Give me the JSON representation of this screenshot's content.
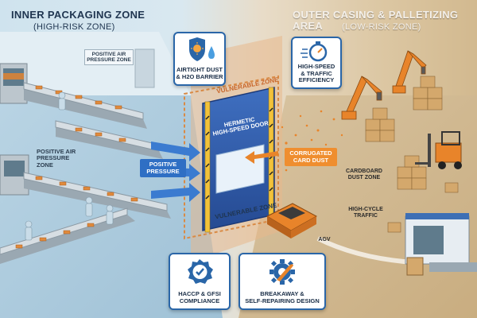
{
  "left_zone": {
    "title": "INNER PACKAGING ZONE",
    "subtitle": "(HIGH-RISK ZONE)",
    "wall_sign": "POSITIVE AIR\nPRESSURE ZONE",
    "floor_label": "POSITIVE AIR\nPRESSURE\nZONE",
    "pressure_tag": "POSITIVE\nPRESSURE"
  },
  "right_zone": {
    "title": "OUTER CASING & PALLETIZING AREA",
    "subtitle": "(LOW-RISK ZONE)",
    "cardboard_label": "CARDBOARD\nDUST ZONE",
    "traffic_label": "HIGH-CYCLE\nTRAFFIC",
    "agv_label": "AGV"
  },
  "door": {
    "label": "HERMETIC\nHIGH-SPEED DOOR",
    "vulnerable_top": "VULNERABLE ZONE",
    "vulnerable_bottom": "VULNERABLE ZONE",
    "dust_tag": "CORRUGATED\nCARD DUST"
  },
  "callouts": {
    "airtight": "AIRTIGHT DUST\n& H2O BARRIER",
    "speed": "HIGH-SPEED\n& TRAFFIC\nEFFICIENCY",
    "haccp": "HACCP & GFSI\nCOMPLIANCE",
    "breakaway": "BREAKAWAY &\nSELF-REPAIRING DESIGN"
  },
  "icons": {
    "airtight": "shield-virus-drop-icon",
    "speed": "stopwatch-icon",
    "haccp": "certified-badge-icon",
    "breakaway": "gear-wrench-icon"
  },
  "colors": {
    "accent_blue": "#2a66a8",
    "accent_orange": "#e8842a",
    "door_blue": "#2f58a6",
    "text_dark": "#1f3550"
  }
}
